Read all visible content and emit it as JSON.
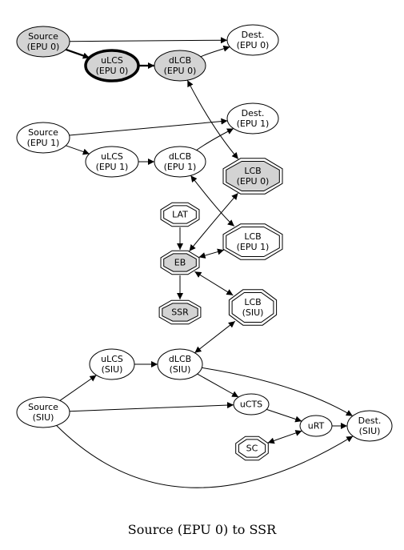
{
  "caption": "Source (EPU 0) to SSR",
  "colors": {
    "highlight_fill": "#d3d3d3",
    "plain_fill": "#ffffff",
    "stroke": "#000000"
  },
  "nodes": {
    "src_epu0": {
      "lines": [
        "Source",
        "(EPU 0)"
      ],
      "shape": "ellipse",
      "highlight": true
    },
    "dest_epu0": {
      "lines": [
        "Dest.",
        "(EPU 0)"
      ],
      "shape": "ellipse"
    },
    "ulcs_epu0": {
      "lines": [
        "uLCS",
        "(EPU 0)"
      ],
      "shape": "ellipse",
      "highlight": true,
      "bold": true
    },
    "dlcb_epu0": {
      "lines": [
        "dLCB",
        "(EPU 0)"
      ],
      "shape": "ellipse",
      "highlight": true
    },
    "dest_epu1": {
      "lines": [
        "Dest.",
        "(EPU 1)"
      ],
      "shape": "ellipse"
    },
    "src_epu1": {
      "lines": [
        "Source",
        "(EPU 1)"
      ],
      "shape": "ellipse"
    },
    "ulcs_epu1": {
      "lines": [
        "uLCS",
        "(EPU 1)"
      ],
      "shape": "ellipse"
    },
    "dlcb_epu1": {
      "lines": [
        "dLCB",
        "(EPU 1)"
      ],
      "shape": "ellipse"
    },
    "lcb_epu0": {
      "lines": [
        "LCB",
        "(EPU 0)"
      ],
      "shape": "octagon",
      "highlight": true
    },
    "lat": {
      "lines": [
        "LAT"
      ],
      "shape": "octagon"
    },
    "lcb_epu1": {
      "lines": [
        "LCB",
        "(EPU 1)"
      ],
      "shape": "octagon"
    },
    "eb": {
      "lines": [
        "EB"
      ],
      "shape": "octagon",
      "highlight": true
    },
    "ssr": {
      "lines": [
        "SSR"
      ],
      "shape": "octagon",
      "highlight": true
    },
    "lcb_siu": {
      "lines": [
        "LCB",
        "(SIU)"
      ],
      "shape": "octagon"
    },
    "ulcs_siu": {
      "lines": [
        "uLCS",
        "(SIU)"
      ],
      "shape": "ellipse"
    },
    "dlcb_siu": {
      "lines": [
        "dLCB",
        "(SIU)"
      ],
      "shape": "ellipse"
    },
    "src_siu": {
      "lines": [
        "Source",
        "(SIU)"
      ],
      "shape": "ellipse"
    },
    "ucts": {
      "lines": [
        "uCTS"
      ],
      "shape": "ellipse"
    },
    "urt": {
      "lines": [
        "uRT"
      ],
      "shape": "ellipse"
    },
    "dest_siu": {
      "lines": [
        "Dest.",
        "(SIU)"
      ],
      "shape": "ellipse"
    },
    "sc": {
      "lines": [
        "SC"
      ],
      "shape": "octagon"
    }
  },
  "edges": [
    {
      "from": "src_epu0",
      "to": "dest_epu0"
    },
    {
      "from": "src_epu0",
      "to": "ulcs_epu0",
      "bold": true
    },
    {
      "from": "ulcs_epu0",
      "to": "dlcb_epu0",
      "bold": true
    },
    {
      "from": "dlcb_epu0",
      "to": "dest_epu0"
    },
    {
      "from": "dlcb_epu0",
      "to": "lcb_epu0",
      "both": true
    },
    {
      "from": "src_epu1",
      "to": "dest_epu1"
    },
    {
      "from": "src_epu1",
      "to": "ulcs_epu1"
    },
    {
      "from": "ulcs_epu1",
      "to": "dlcb_epu1"
    },
    {
      "from": "dlcb_epu1",
      "to": "dest_epu1"
    },
    {
      "from": "dlcb_epu1",
      "to": "lcb_epu1",
      "both": true
    },
    {
      "from": "lat",
      "to": "eb"
    },
    {
      "from": "lcb_epu0",
      "to": "eb",
      "both": true
    },
    {
      "from": "lcb_epu1",
      "to": "eb",
      "both": true
    },
    {
      "from": "eb",
      "to": "ssr"
    },
    {
      "from": "eb",
      "to": "lcb_siu",
      "both": true
    },
    {
      "from": "lcb_siu",
      "to": "dlcb_siu",
      "both": true
    },
    {
      "from": "src_siu",
      "to": "ulcs_siu"
    },
    {
      "from": "ulcs_siu",
      "to": "dlcb_siu"
    },
    {
      "from": "dlcb_siu",
      "to": "ucts"
    },
    {
      "from": "dlcb_siu",
      "to": "dest_siu"
    },
    {
      "from": "src_siu",
      "to": "ucts"
    },
    {
      "from": "src_siu",
      "to": "dest_siu"
    },
    {
      "from": "ucts",
      "to": "urt"
    },
    {
      "from": "urt",
      "to": "dest_siu"
    },
    {
      "from": "sc",
      "to": "urt",
      "both": true
    }
  ]
}
